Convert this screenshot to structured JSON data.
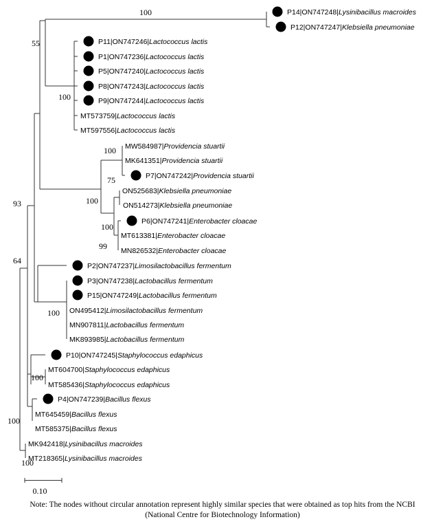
{
  "tree": {
    "leaves": [
      {
        "id": "P14",
        "acc": "ON747248",
        "species": "Lysinibacillus macroides",
        "marked": true
      },
      {
        "id": "P12",
        "acc": "ON747247",
        "species": "Klebsiella pneumoniae",
        "marked": true
      },
      {
        "id": "P11",
        "acc": "ON747246",
        "species": "Lactococcus lactis",
        "marked": true
      },
      {
        "id": "P1",
        "acc": "ON747236",
        "species": "Lactococcus lactis",
        "marked": true
      },
      {
        "id": "P5",
        "acc": "ON747240",
        "species": "Lactococcus lactis",
        "marked": true
      },
      {
        "id": "P8",
        "acc": "ON747243",
        "species": "Lactococcus lactis",
        "marked": true
      },
      {
        "id": "P9",
        "acc": "ON747244",
        "species": "Lactococcus lactis",
        "marked": true
      },
      {
        "id": "",
        "acc": "MT573759",
        "species": "Lactococcus lactis",
        "marked": false
      },
      {
        "id": "",
        "acc": "MT597556",
        "species": "Lactococcus lactis",
        "marked": false
      },
      {
        "id": "",
        "acc": "MW584987",
        "species": "Providencia stuartii",
        "marked": false
      },
      {
        "id": "",
        "acc": "MK641351",
        "species": "Providencia stuartii",
        "marked": false
      },
      {
        "id": "P7",
        "acc": "ON747242",
        "species": "Providencia stuartii",
        "marked": true
      },
      {
        "id": "",
        "acc": "ON525683",
        "species": "Klebsiella pneumoniae",
        "marked": false
      },
      {
        "id": "",
        "acc": "ON514273",
        "species": "Klebsiella pneumoniae",
        "marked": false
      },
      {
        "id": "P6",
        "acc": "ON747241",
        "species": "Enterobacter cloacae",
        "marked": true
      },
      {
        "id": "",
        "acc": "MT613381",
        "species": "Enterobacter cloacae",
        "marked": false
      },
      {
        "id": "",
        "acc": "MN826532",
        "species": "Enterobacter cloacae",
        "marked": false
      },
      {
        "id": "P2",
        "acc": "ON747237",
        "species": "Limosilactobacillus fermentum",
        "marked": true
      },
      {
        "id": "P3",
        "acc": "ON747238",
        "species": "Lactobacillus fermentum",
        "marked": true
      },
      {
        "id": "P15",
        "acc": "ON747249",
        "species": "Lactobacillus fermentum",
        "marked": true
      },
      {
        "id": "",
        "acc": "ON495412",
        "species": "Limosilactobacillus fermentum",
        "marked": false
      },
      {
        "id": "",
        "acc": "MN907811",
        "species": "Lactobacillus fermentum",
        "marked": false
      },
      {
        "id": "",
        "acc": "MK893985",
        "species": "Lactobacillus fermentum",
        "marked": false
      },
      {
        "id": "P10",
        "acc": "ON747245",
        "species": "Staphylococcus edaphicus",
        "marked": true
      },
      {
        "id": "",
        "acc": "MT604700",
        "species": "Staphylococcus edaphicus",
        "marked": false
      },
      {
        "id": "",
        "acc": "MT585436",
        "species": "Staphylococcus edaphicus",
        "marked": false
      },
      {
        "id": "P4",
        "acc": "ON747239",
        "species": "Bacillus flexus",
        "marked": true
      },
      {
        "id": "",
        "acc": "MT645459",
        "species": "Bacillus flexus",
        "marked": false
      },
      {
        "id": "",
        "acc": "MT585375",
        "species": "Bacillus flexus",
        "marked": false
      },
      {
        "id": "",
        "acc": "MK942418",
        "species": "Lysinibacillus macroides",
        "marked": false
      },
      {
        "id": "",
        "acc": "MT218365",
        "species": "Lysinibacillus macroides",
        "marked": false
      }
    ],
    "bootstrap_values": [
      "100",
      "55",
      "100",
      "100",
      "75",
      "100",
      "100",
      "99",
      "93",
      "100",
      "64",
      "100",
      "100",
      "100"
    ],
    "scale_label": "0.10"
  },
  "note": {
    "line1": "Note: The nodes without circular annotation represent highly similar species that were obtained as top hits from the NCBI",
    "line2": "(National Centre for Biotechnology Information)"
  }
}
